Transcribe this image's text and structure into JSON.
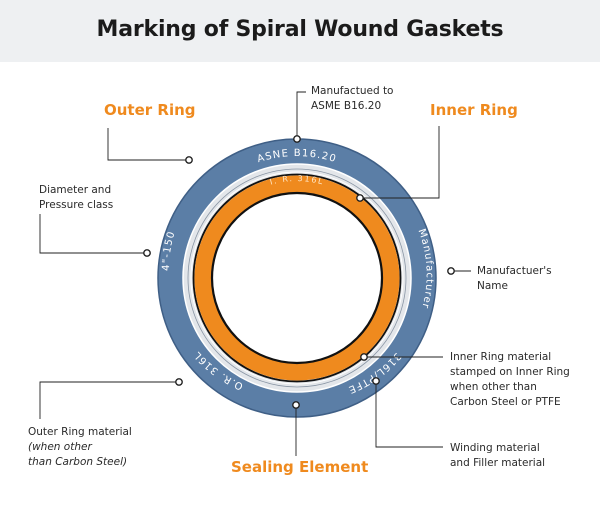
{
  "title": "Marking of Spiral Wound Gaskets",
  "colors": {
    "outer_ring": "#5b7ea6",
    "inner_ring": "#ef8a1e",
    "sealing_element": "#e3e6ea",
    "accent_text": "#ef8a1e"
  },
  "headings": {
    "outer_ring": "Outer Ring",
    "inner_ring": "Inner Ring",
    "sealing_element": "Sealing Element"
  },
  "ring_text": {
    "top": "ASNE B16.20",
    "left": "4\"-150",
    "right": "Manufacturer",
    "bottom_right": "316L/PTFE",
    "bottom_left": "O.R. 316L",
    "inner": "I. R.  316L"
  },
  "callouts": {
    "asme": [
      "Manufactued to",
      "ASME B16.20"
    ],
    "diameter": [
      "Diameter and",
      "Pressure class"
    ],
    "manufacturer": [
      "Manufactuer's",
      "Name"
    ],
    "inner_material": [
      "Inner Ring material",
      "stamped on Inner Ring",
      "when other than",
      "Carbon Steel or PTFE"
    ],
    "outer_material": [
      "Outer Ring material"
    ],
    "outer_material_note": [
      "(when other",
      "than Carbon Steel)"
    ],
    "winding": [
      "Winding material",
      "and Filler material"
    ]
  }
}
